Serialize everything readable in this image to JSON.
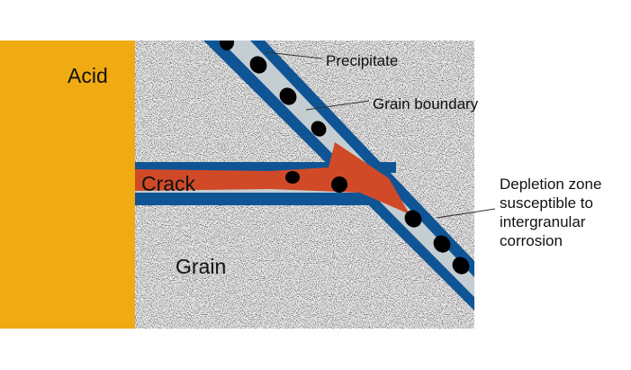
{
  "labels": {
    "acid": "Acid",
    "crack": "Crack",
    "grain": "Grain",
    "precipitate": "Precipitate",
    "grain_boundary": "Grain boundary",
    "depletion_zone": [
      "Depletion zone",
      "susceptible to",
      "intergranular",
      "corrosion"
    ]
  },
  "colors": {
    "acid": "#F0AA12",
    "grain_background": "#EBEBEB",
    "depletion_band": "#0F5596",
    "grain_boundary_core": "#C4CDD2",
    "crack": "#D04A28",
    "precipitate": "#000000"
  }
}
